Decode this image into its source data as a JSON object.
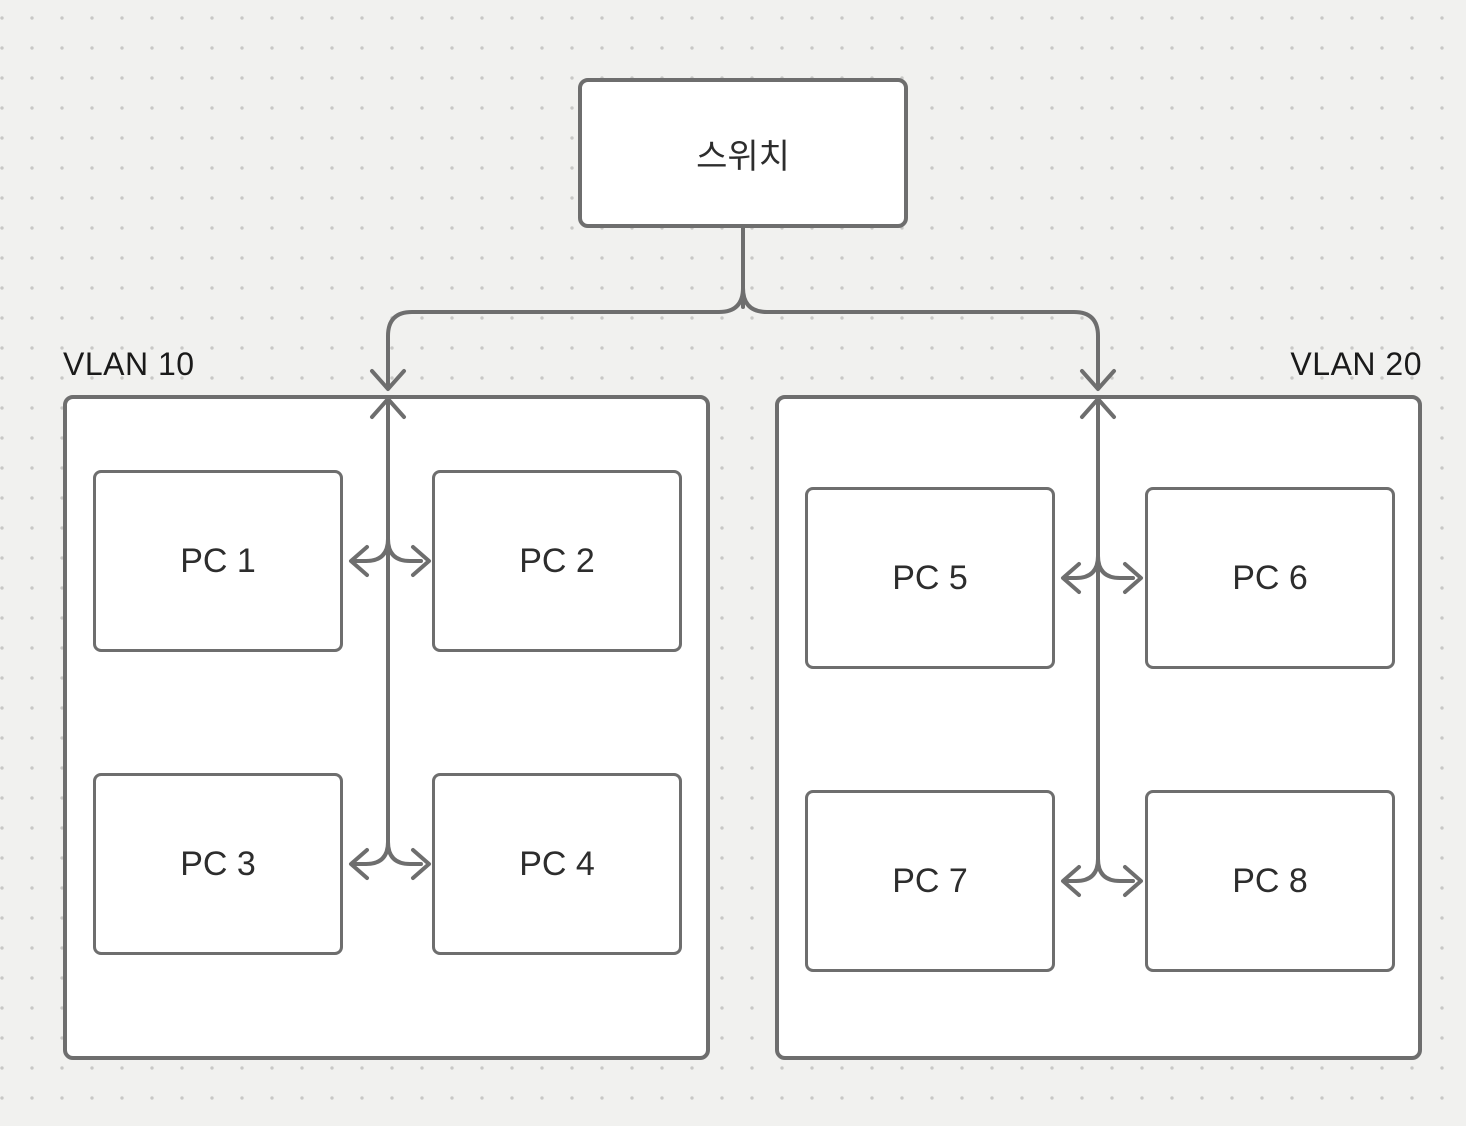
{
  "colors": {
    "background": "#f1f1ef",
    "grid_dot": "#c8c8c6",
    "line": "#6e6e6e",
    "shape_fill": "#ffffff",
    "shape_text": "#2d2d2d",
    "vlan_label_text": "#1a1a1a"
  },
  "switch": {
    "label": "스위치"
  },
  "vlans": [
    {
      "label": "VLAN 10",
      "pcs": [
        "PC 1",
        "PC 2",
        "PC 3",
        "PC 4"
      ]
    },
    {
      "label": "VLAN 20",
      "pcs": [
        "PC 5",
        "PC 6",
        "PC 7",
        "PC 8"
      ]
    }
  ]
}
